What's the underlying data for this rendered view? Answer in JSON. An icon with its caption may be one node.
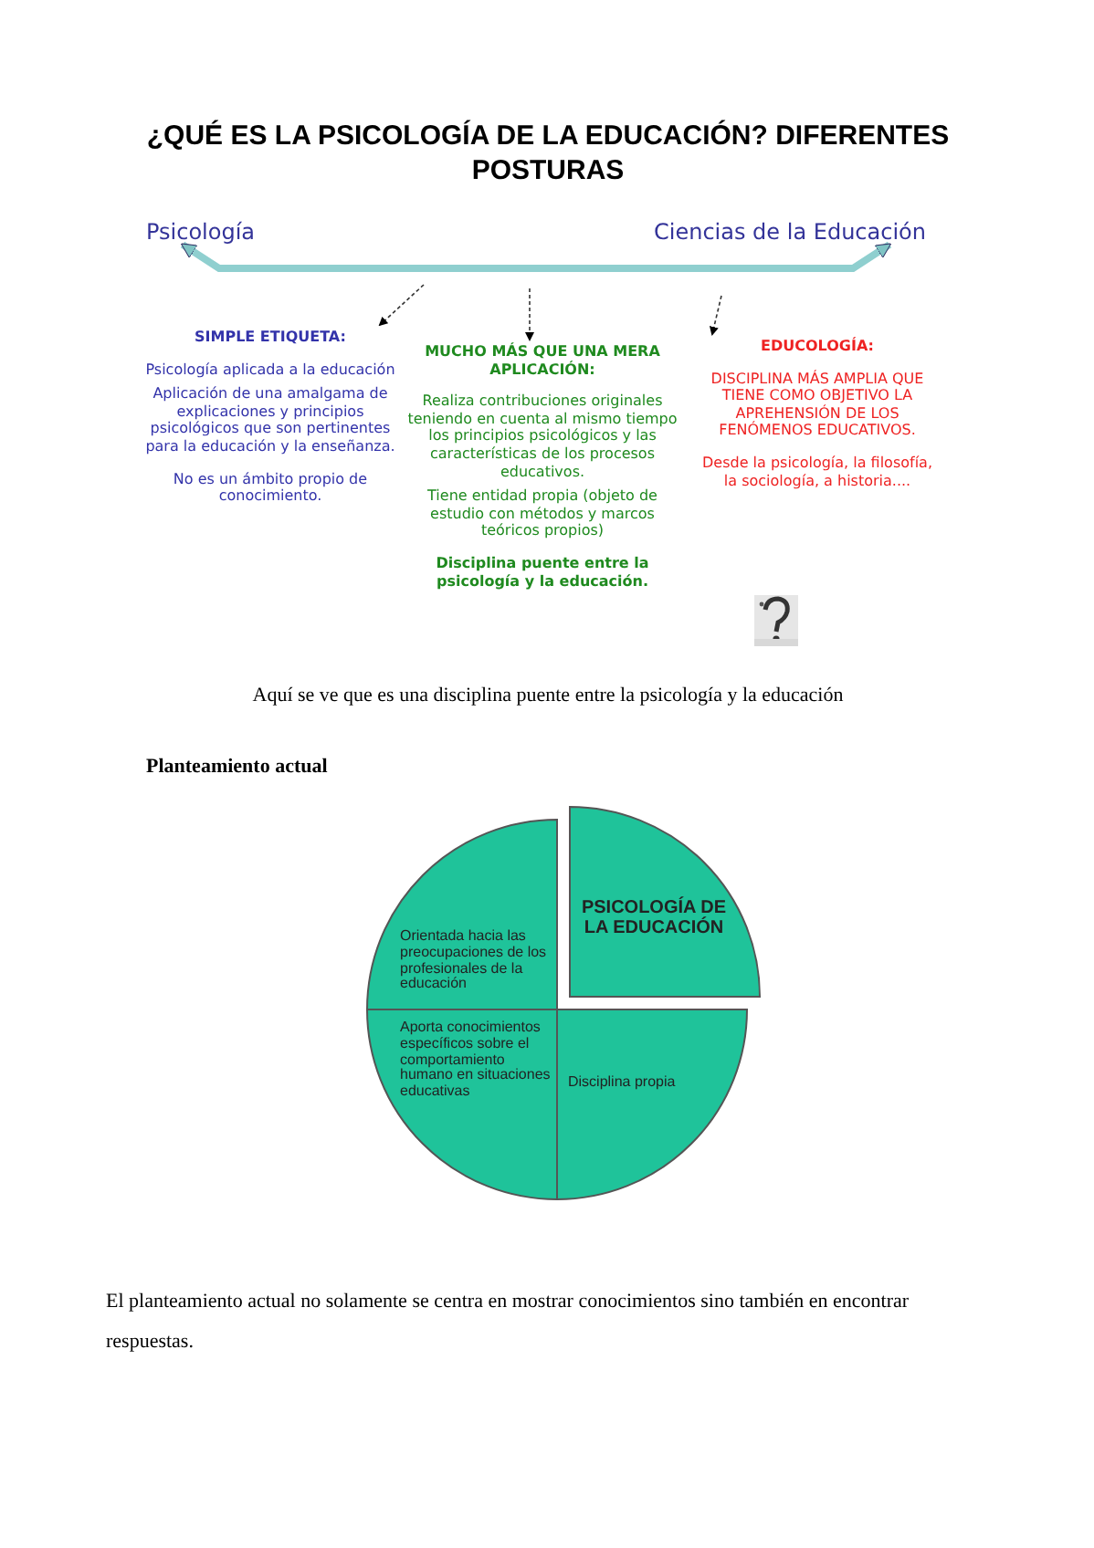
{
  "diagram": {
    "title": "¿QUÉ ES LA PSICOLOGÍA DE LA EDUCACIÓN? DIFERENTES POSTURAS",
    "nodes": [
      {
        "text": [
          "Psicología"
        ]
      },
      {
        "text": [
          "Ciencias de la Educación"
        ]
      },
      {
        "text": [
          "SIMPLE ETIQUETA:",
          "Psicología aplicada a la educación",
          "Aplicación de una amalgama de explicaciones y principios psicológicos que son pertinentes para la educación y la enseñanza.",
          "No es un ámbito propio de conocimiento."
        ]
      },
      {
        "text": [
          "MUCHO MÁS QUE UNA MERA APLICACIÓN:",
          "Realiza contribuciones originales teniendo en cuenta al mismo tiempo los principios psicológicos y las características de los procesos educativos.",
          "Tiene entidad propia (objeto de estudio con métodos y marcos teóricos propios)",
          "Disciplina puente entre la psicología y la educación."
        ]
      },
      {
        "text": [
          "EDUCOLOGÍA:",
          "DISCIPLINA MÁS AMPLIA QUE TIENE COMO OBJETIVO LA APREHENSIÓN DE LOS FENÓMENOS EDUCATIVOS.",
          "Desde la psicología, la filosofía, la sociología, a historia...."
        ]
      },
      {
        "text": [
          "Orientada hacia las preocupaciones de los profesionales de la educación"
        ]
      },
      {
        "text": [
          "PSICOLOGÍA DE LA EDUCACIÓN"
        ]
      },
      {
        "text": [
          "Aporta conocimientos específicos sobre el comportamiento humano en situaciones educativas"
        ]
      },
      {
        "text": [
          "Disciplina propia"
        ]
      }
    ],
    "edges": [
      {
        "from": 0,
        "to": 1,
        "arrow": "both",
        "style": "thick",
        "color": "#8fcfcf"
      },
      {
        "from": null,
        "to": 2,
        "arrow": "to",
        "style": "dashed"
      },
      {
        "from": null,
        "to": 3,
        "arrow": "to",
        "style": "dashed"
      },
      {
        "from": null,
        "to": 4,
        "arrow": "to",
        "style": "dashed"
      }
    ],
    "labels": [
      "Aquí se ve que es una disciplina puente entre la psicología y la educación",
      "Planteamiento actual",
      "El planteamiento actual no solamente se centra en mostrar conocimientos sino también en encontrar respuestas."
    ]
  }
}
